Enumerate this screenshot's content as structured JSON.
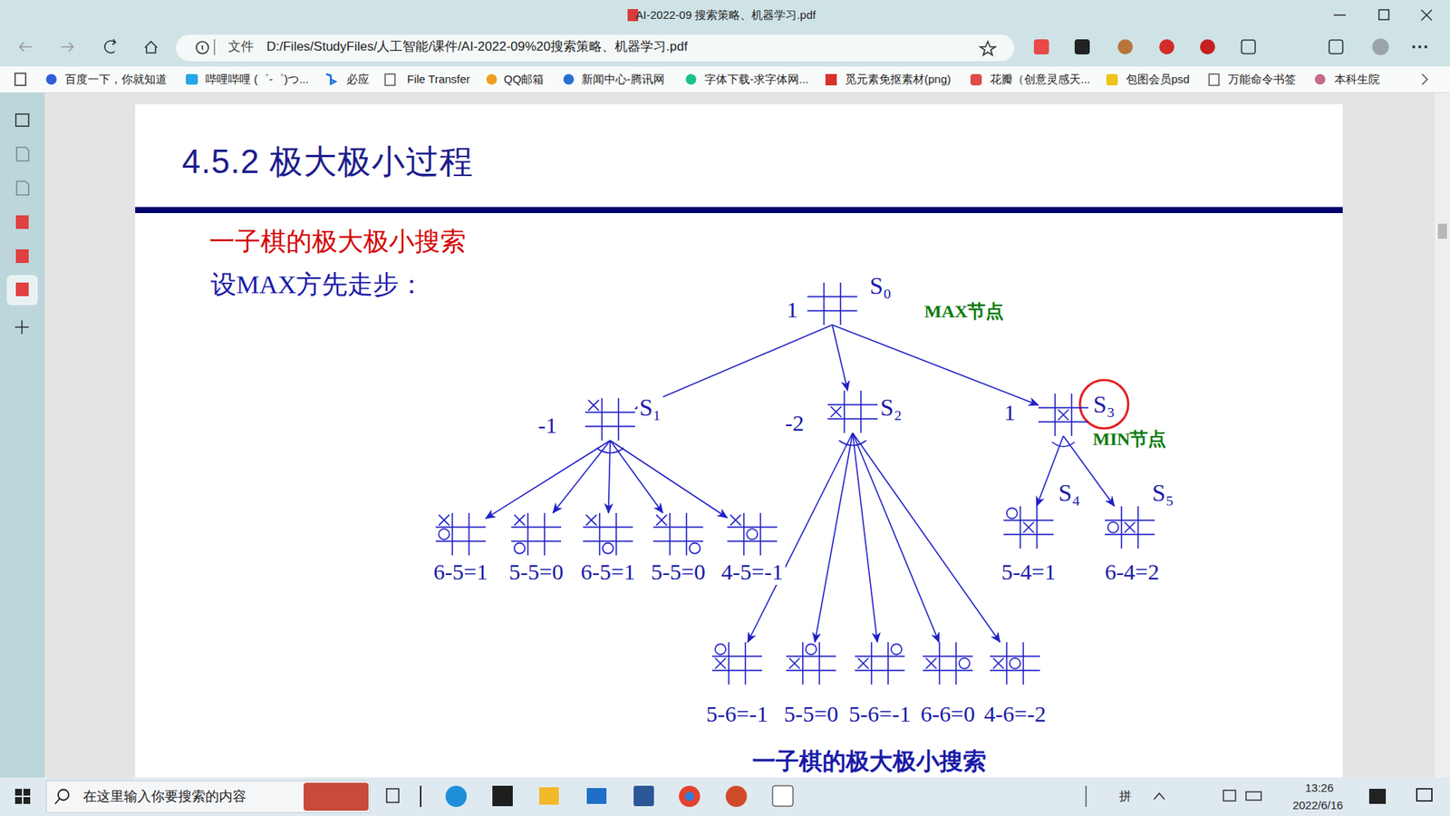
{
  "diagram": {
    "title": "4.5.2 极大极小过程",
    "caption": "一子棋的极大极小搜索",
    "nodes": [
      {
        "text": [
          "S₀",
          "1"
        ]
      },
      {
        "text": [
          "S₁",
          "-1"
        ]
      },
      {
        "text": [
          "S₂",
          "-2"
        ]
      },
      {
        "text": [
          "S₃",
          "1"
        ]
      },
      {
        "text": [
          "6-5=1"
        ]
      },
      {
        "text": [
          "5-5=0"
        ]
      },
      {
        "text": [
          "6-5=1"
        ]
      },
      {
        "text": [
          "5-5=0"
        ]
      },
      {
        "text": [
          "4-5=-1"
        ]
      },
      {
        "text": [
          "S₄",
          "5-4=1"
        ]
      },
      {
        "text": [
          "S₅",
          "6-4=2"
        ]
      },
      {
        "text": [
          "5-6=-1"
        ]
      },
      {
        "text": [
          "5-5=0"
        ]
      },
      {
        "text": [
          "5-6=-1"
        ]
      },
      {
        "text": [
          "6-6=0"
        ]
      },
      {
        "text": [
          "4-6=-2"
        ]
      }
    ],
    "edges": [
      {
        "from": 0,
        "to": 1,
        "arrow": "to"
      },
      {
        "from": 0,
        "to": 2,
        "arrow": "to"
      },
      {
        "from": 0,
        "to": 3,
        "arrow": "to"
      },
      {
        "from": 1,
        "to": 4,
        "arrow": "to"
      },
      {
        "from": 1,
        "to": 5,
        "arrow": "to"
      },
      {
        "from": 1,
        "to": 6,
        "arrow": "to"
      },
      {
        "from": 1,
        "to": 7,
        "arrow": "to"
      },
      {
        "from": 1,
        "to": 8,
        "arrow": "to"
      },
      {
        "from": 3,
        "to": 9,
        "arrow": "to"
      },
      {
        "from": 3,
        "to": 10,
        "arrow": "to"
      },
      {
        "from": 2,
        "to": 11,
        "arrow": "to"
      },
      {
        "from": 2,
        "to": 12,
        "arrow": "to"
      },
      {
        "from": 2,
        "to": 13,
        "arrow": "to"
      },
      {
        "from": 2,
        "to": 14,
        "arrow": "to"
      },
      {
        "from": 2,
        "to": 15,
        "arrow": "to"
      }
    ],
    "labels": [
      "AI-2022-09 搜索策略、机器学习.pdf",
      "文件",
      "D:/Files/StudyFiles/人工智能/课件/AI-2022-09%20搜索策略、机器学习.pdf",
      "百度一下，你就知道",
      "哔哩哔哩 (゜-゜)つ...",
      "必应",
      "File Transfer",
      "QQ邮箱",
      "新闻中心-腾讯网",
      "字体下载-求字体网...",
      "觅元素免抠素材(png)",
      "花瓣（创意灵感天...",
      "包图会员psd",
      "万能命令书签",
      "本科生院",
      "在这里输入你要搜索的内容",
      "拼",
      "13:26",
      "2022/6/16",
      "一子棋的极大极小搜索",
      "设MAX方先走步：",
      "MAX节点",
      "MIN节点"
    ]
  }
}
